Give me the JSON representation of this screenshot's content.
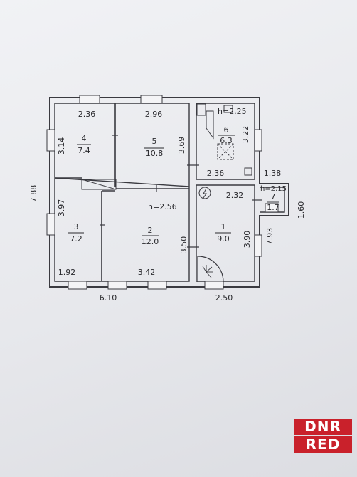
{
  "rooms": [
    {
      "id": "4",
      "area": "7.4"
    },
    {
      "id": "5",
      "area": "10.8"
    },
    {
      "id": "6",
      "area": "6.3"
    },
    {
      "id": "3",
      "area": "7.2"
    },
    {
      "id": "2",
      "area": "12.0"
    },
    {
      "id": "1",
      "area": "9.0"
    },
    {
      "id": "7",
      "area": "1.7"
    }
  ],
  "heights": {
    "room6": "h=2.25",
    "room2": "h=2.56",
    "room7": "h=2.15"
  },
  "dims": {
    "top_r4": "2.36",
    "top_r5": "2.96",
    "side_r4": "3.14",
    "side_r5": "3.69",
    "side_r6": "3.22",
    "r6_bottom": "2.36",
    "r1_top": "2.32",
    "r7_top": "1.38",
    "r7_side": "1.60",
    "overall_left": "7.88",
    "r3_side": "3.97",
    "r2_side": "3.50",
    "r1_side": "3.90",
    "overall_right": "7.93",
    "r3_bottom": "1.92",
    "r2_bottom": "3.42",
    "bottom_left": "6.10",
    "bottom_right": "2.50"
  },
  "watermark": {
    "line1": "DNR",
    "line2": "RED"
  }
}
